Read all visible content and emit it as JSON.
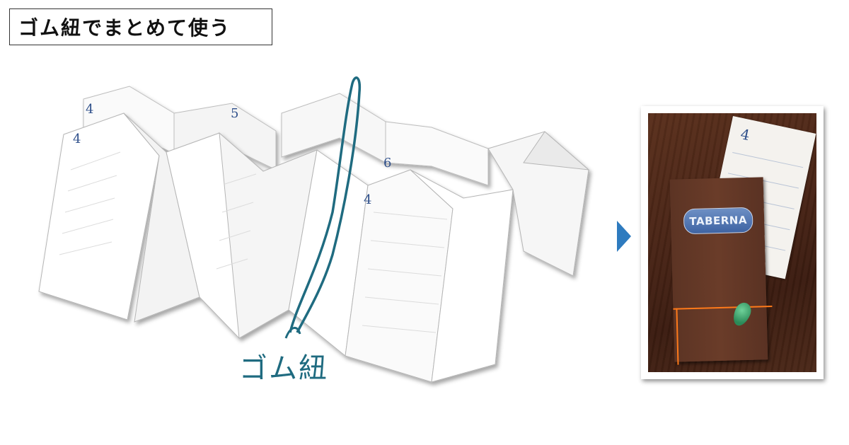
{
  "title": "ゴム紐でまとめて使う",
  "band_label": "ゴム紐",
  "months": [
    "4",
    "5",
    "4",
    "6",
    "4"
  ],
  "photo": {
    "month": "4",
    "brand": "TABERNA"
  },
  "colors": {
    "band": "#1f6b80",
    "arrow": "#2e7bbf",
    "elastic": "#ff7a1a",
    "month_number": "#2e4f8a"
  }
}
